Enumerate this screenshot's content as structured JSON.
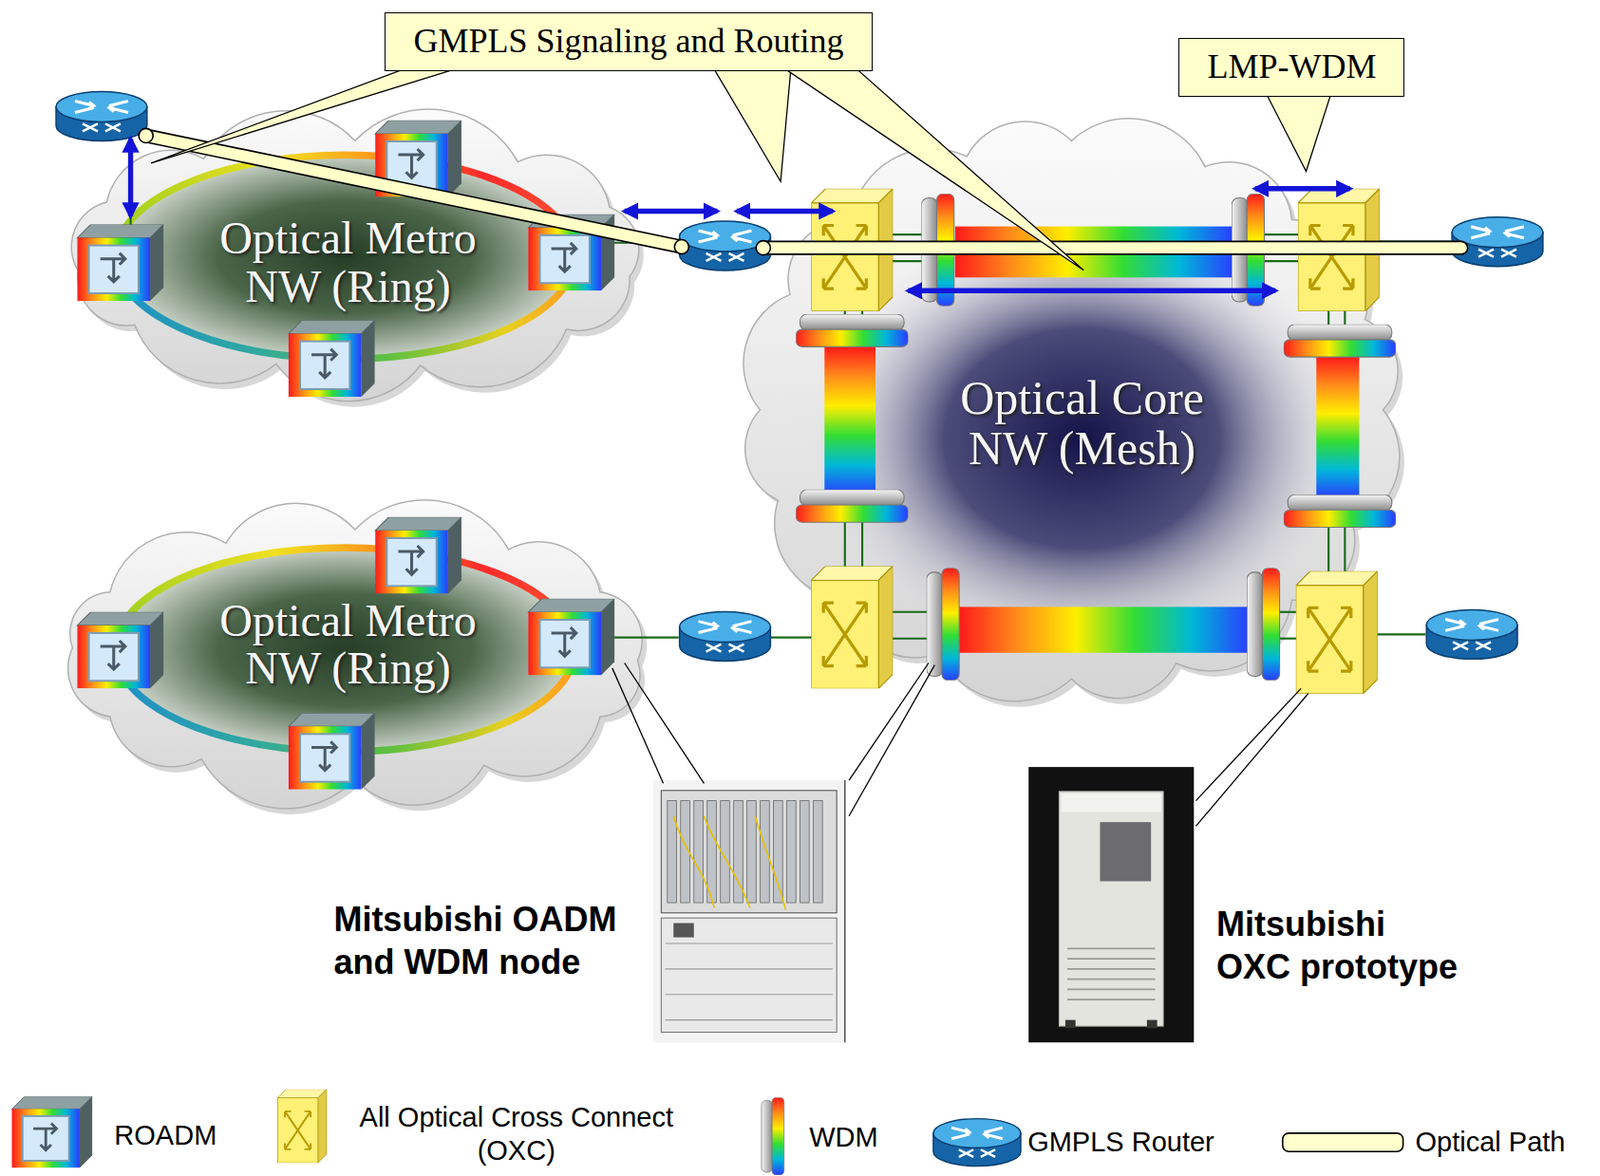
{
  "diagram": {
    "nodes": [
      {
        "text": [
          "GMPLS Signaling and Routing"
        ]
      },
      {
        "text": [
          "LMP-WDM"
        ]
      },
      {
        "text": [
          "Optical Metro NW (Ring)"
        ]
      },
      {
        "text": [
          "Optical Core NW (Mesh)"
        ]
      },
      {
        "text": [
          "Optical Metro NW (Ring)"
        ]
      }
    ],
    "labels": [
      "Mitsubishi OADM and WDM node",
      "Mitsubishi OXC prototype"
    ],
    "legend": [
      {
        "text": "ROADM"
      },
      {
        "text": "All Optical Cross Connect (OXC)"
      },
      {
        "text": "WDM"
      },
      {
        "text": "GMPLS Router"
      },
      {
        "text": "Optical Path"
      }
    ]
  }
}
